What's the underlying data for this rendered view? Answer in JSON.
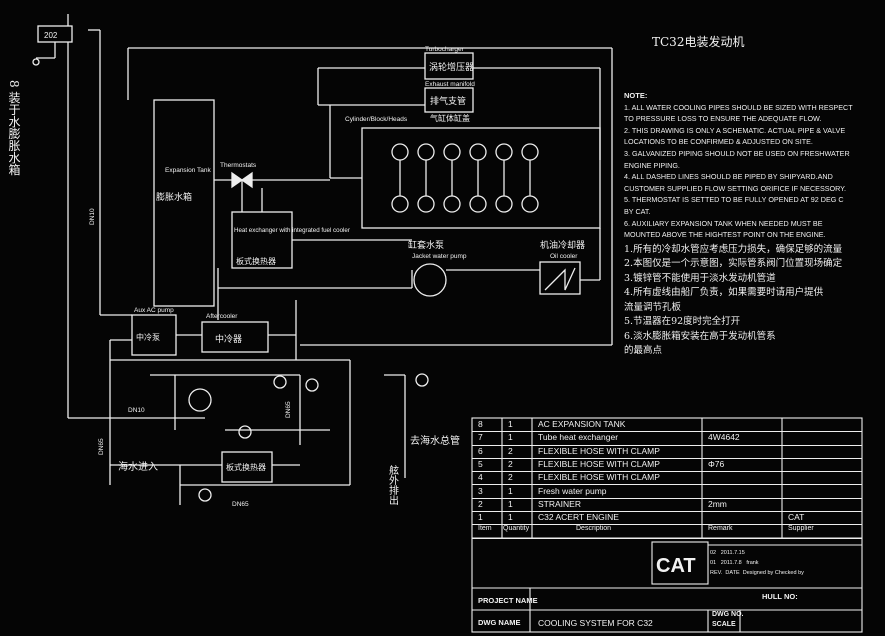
{
  "labels": {
    "level_switch": "202",
    "aux_tank_note": "8 装于水膨胀水箱",
    "engine_note": "TC32电装发动机",
    "turbocharger": "Turbocharger",
    "turbocharger_zh": "涡轮增压器",
    "exhaust_manifold": "Exhaust manifold",
    "exhaust_manifold_zh": "排气支管",
    "cylinder_block": "Cylinder/Block/Heads",
    "cylinder_block_zh": "气缸体缸盖",
    "expansion_tank": "Expansion Tank",
    "expansion_tank_zh": "膨胀水箱",
    "thermostats": "Thermostats",
    "heat_exchanger": "Heat exchanger with integrated fuel cooler",
    "heat_exchanger_zh": "板式换热器",
    "jacket_pump_zh": "缸套水泵",
    "jacket_pump": "Jacket water pump",
    "oil_cooler_zh": "机油冷却器",
    "oil_cooler": "Oil cooler",
    "aux_ac_pump": "Aux AC pump",
    "aux_ac_pump_zh": "中冷泵",
    "aftercooler": "Aftercooler",
    "aftercooler_zh": "中冷器",
    "plate_hx_zh": "板式换热器",
    "dn10_a": "DN10",
    "dn10_b": "DN10",
    "dn65_a": "DN65",
    "dn65_b": "DN65",
    "dn65_c": "DN65",
    "seawater_in": "海水进入",
    "to_main_water": "去海水总管",
    "overboard": "舷外排出"
  },
  "notes": {
    "title": "NOTE:",
    "en": [
      "1. ALL WATER COOLING PIPES SHOULD BE SIZED WITH RESPECT",
      "   TO PRESSURE LOSS TO ENSURE THE ADEQUATE FLOW.",
      "2. THIS DRAWING IS ONLY A SCHEMATIC. ACTUAL PIPE & VALVE",
      "   LOCATIONS TO BE CONFIRMED & ADJUSTED ON SITE.",
      "3. GALVANIZED PIPING SHOULD NOT BE USED ON FRESHWATER",
      "   ENGINE PIPING.",
      "4. ALL DASHED LINES SHOULD BE PIPED BY SHIPYARD.AND",
      "   CUSTOMER SUPPLIED FLOW SETTING ORIFICE IF NECESSORY.",
      "5. THERMOSTAT IS SETTED TO BE FULLY OPENED AT 92 DEG C",
      "   BY CAT.",
      "6. AUXILIARY EXPANSION TANK WHEN NEEDED MUST BE",
      "   MOUNTED ABOVE THE HIGHTEST POINT ON THE ENGINE."
    ],
    "zh": [
      "1.所有的冷却水管应考虑压力损失，确保足够的流量",
      "2.本图仅是一个示意图，实际管系阀门位置现场确定",
      "3.镀锌管不能使用于淡水发动机管道",
      "4.所有虚线由船厂负责，如果需要时请用户提供",
      "  流量调节孔板",
      "5.节温器在92度时完全打开",
      "6.淡水膨胀箱安装在高于发动机管系",
      "  的最高点"
    ]
  },
  "parts_table": {
    "rows": [
      {
        "item": "8",
        "qty": "1",
        "desc": "AC EXPANSION TANK",
        "remark": "",
        "supplier": ""
      },
      {
        "item": "7",
        "qty": "1",
        "desc": "Tube heat exchanger",
        "remark": "4W4642",
        "supplier": ""
      },
      {
        "item": "6",
        "qty": "2",
        "desc": "FLEXIBLE HOSE WITH CLAMP",
        "remark": "",
        "supplier": ""
      },
      {
        "item": "5",
        "qty": "2",
        "desc": "FLEXIBLE HOSE WITH CLAMP",
        "remark": "Φ76",
        "supplier": ""
      },
      {
        "item": "4",
        "qty": "2",
        "desc": "FLEXIBLE HOSE WITH CLAMP",
        "remark": "",
        "supplier": ""
      },
      {
        "item": "3",
        "qty": "1",
        "desc": "Fresh water pump",
        "remark": "",
        "supplier": ""
      },
      {
        "item": "2",
        "qty": "1",
        "desc": "STRAINER",
        "remark": "2mm",
        "supplier": ""
      },
      {
        "item": "1",
        "qty": "1",
        "desc": "C32 ACERT ENGINE",
        "remark": "",
        "supplier": "CAT"
      }
    ],
    "header": {
      "item": "Item",
      "qty": "Quantity",
      "desc": "Description",
      "remark": "Remark",
      "supplier": "Supplier"
    }
  },
  "title_block": {
    "logo": "CAT",
    "rev_rows": [
      {
        "rev": "02",
        "date": "2011.7.15",
        "by": "",
        "checked": ""
      },
      {
        "rev": "01",
        "date": "2011.7.8",
        "by": "frank",
        "checked": ""
      }
    ],
    "rev_head": {
      "rev": "REV.",
      "date": "DATE",
      "by": "Designed by",
      "checked": "Checked by"
    },
    "project_name_label": "PROJECT NAME",
    "hull_no_label": "HULL NO:",
    "dwg_name_label": "DWG NAME",
    "dwg_name_value": "COOLING SYSTEM FOR C32",
    "dwg_no_label": "DWG NO.",
    "scale_label": "SCALE"
  }
}
